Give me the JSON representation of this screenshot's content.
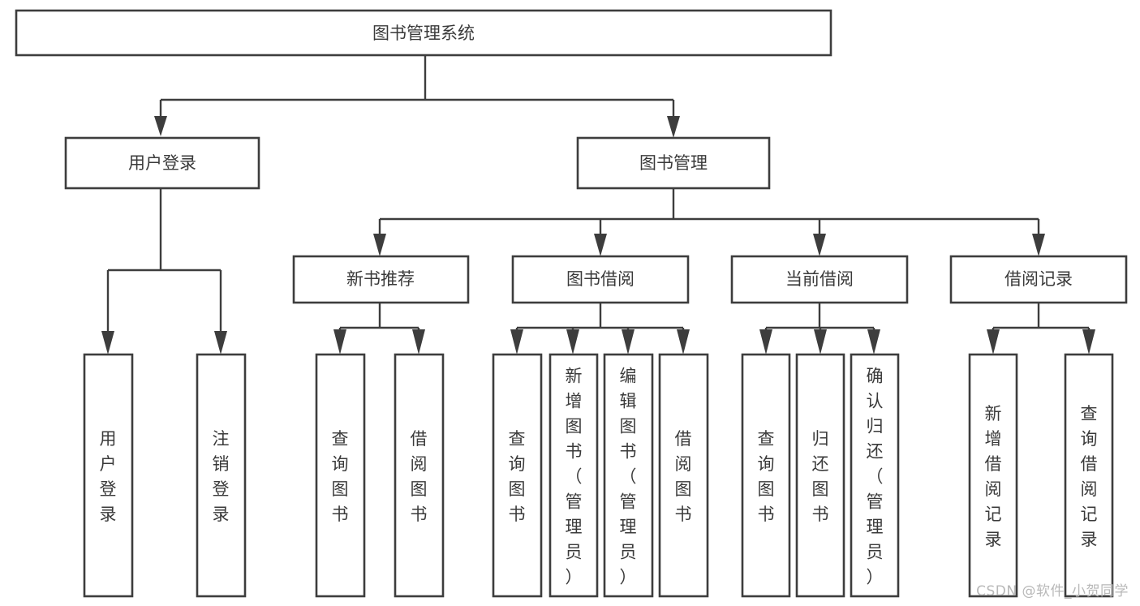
{
  "diagram": {
    "type": "tree-hierarchy",
    "title": "图书管理系统",
    "root": {
      "id": "root",
      "label": "图书管理系统",
      "orientation": "horizontal"
    },
    "level1": [
      {
        "id": "user-login",
        "label": "用户登录",
        "orientation": "horizontal"
      },
      {
        "id": "book-manage",
        "label": "图书管理",
        "orientation": "horizontal"
      }
    ],
    "level2": [
      {
        "id": "new-book-rec",
        "label": "新书推荐",
        "parent": "book-manage",
        "orientation": "horizontal"
      },
      {
        "id": "book-borrow",
        "label": "图书借阅",
        "parent": "book-manage",
        "orientation": "horizontal"
      },
      {
        "id": "current-borrow",
        "label": "当前借阅",
        "parent": "book-manage",
        "orientation": "horizontal"
      },
      {
        "id": "borrow-record",
        "label": "借阅记录",
        "parent": "book-manage",
        "orientation": "horizontal"
      }
    ],
    "leaves": [
      {
        "id": "leaf-user-login",
        "label": "用户登录",
        "parent": "user-login",
        "orientation": "vertical"
      },
      {
        "id": "leaf-logout",
        "label": "注销登录",
        "parent": "user-login",
        "orientation": "vertical"
      },
      {
        "id": "leaf-query-book-1",
        "label": "查询图书",
        "parent": "new-book-rec",
        "orientation": "vertical"
      },
      {
        "id": "leaf-borrow-book-1",
        "label": "借阅图书",
        "parent": "new-book-rec",
        "orientation": "vertical"
      },
      {
        "id": "leaf-query-book-2",
        "label": "查询图书",
        "parent": "book-borrow",
        "orientation": "vertical"
      },
      {
        "id": "leaf-add-book",
        "label": "新增图书（管理员）",
        "parent": "book-borrow",
        "orientation": "vertical"
      },
      {
        "id": "leaf-edit-book",
        "label": "编辑图书（管理员）",
        "parent": "book-borrow",
        "orientation": "vertical"
      },
      {
        "id": "leaf-borrow-book-2",
        "label": "借阅图书",
        "parent": "book-borrow",
        "orientation": "vertical"
      },
      {
        "id": "leaf-query-book-3",
        "label": "查询图书",
        "parent": "current-borrow",
        "orientation": "vertical"
      },
      {
        "id": "leaf-return-book",
        "label": "归还图书",
        "parent": "current-borrow",
        "orientation": "vertical"
      },
      {
        "id": "leaf-confirm-return",
        "label": "确认归还（管理员）",
        "parent": "current-borrow",
        "orientation": "vertical"
      },
      {
        "id": "leaf-add-record",
        "label": "新增借阅记录",
        "parent": "borrow-record",
        "orientation": "vertical"
      },
      {
        "id": "leaf-query-record",
        "label": "查询借阅记录",
        "parent": "borrow-record",
        "orientation": "vertical"
      }
    ],
    "colors": {
      "box_fill": "#ffffff",
      "box_stroke": "#3d3d3d",
      "text": "#3a3a3a",
      "connector": "#3d3d3d",
      "background": "#ffffff",
      "watermark": "#b8b8b8"
    }
  },
  "watermark": {
    "text": "CSDN @软件_小贺同学"
  }
}
